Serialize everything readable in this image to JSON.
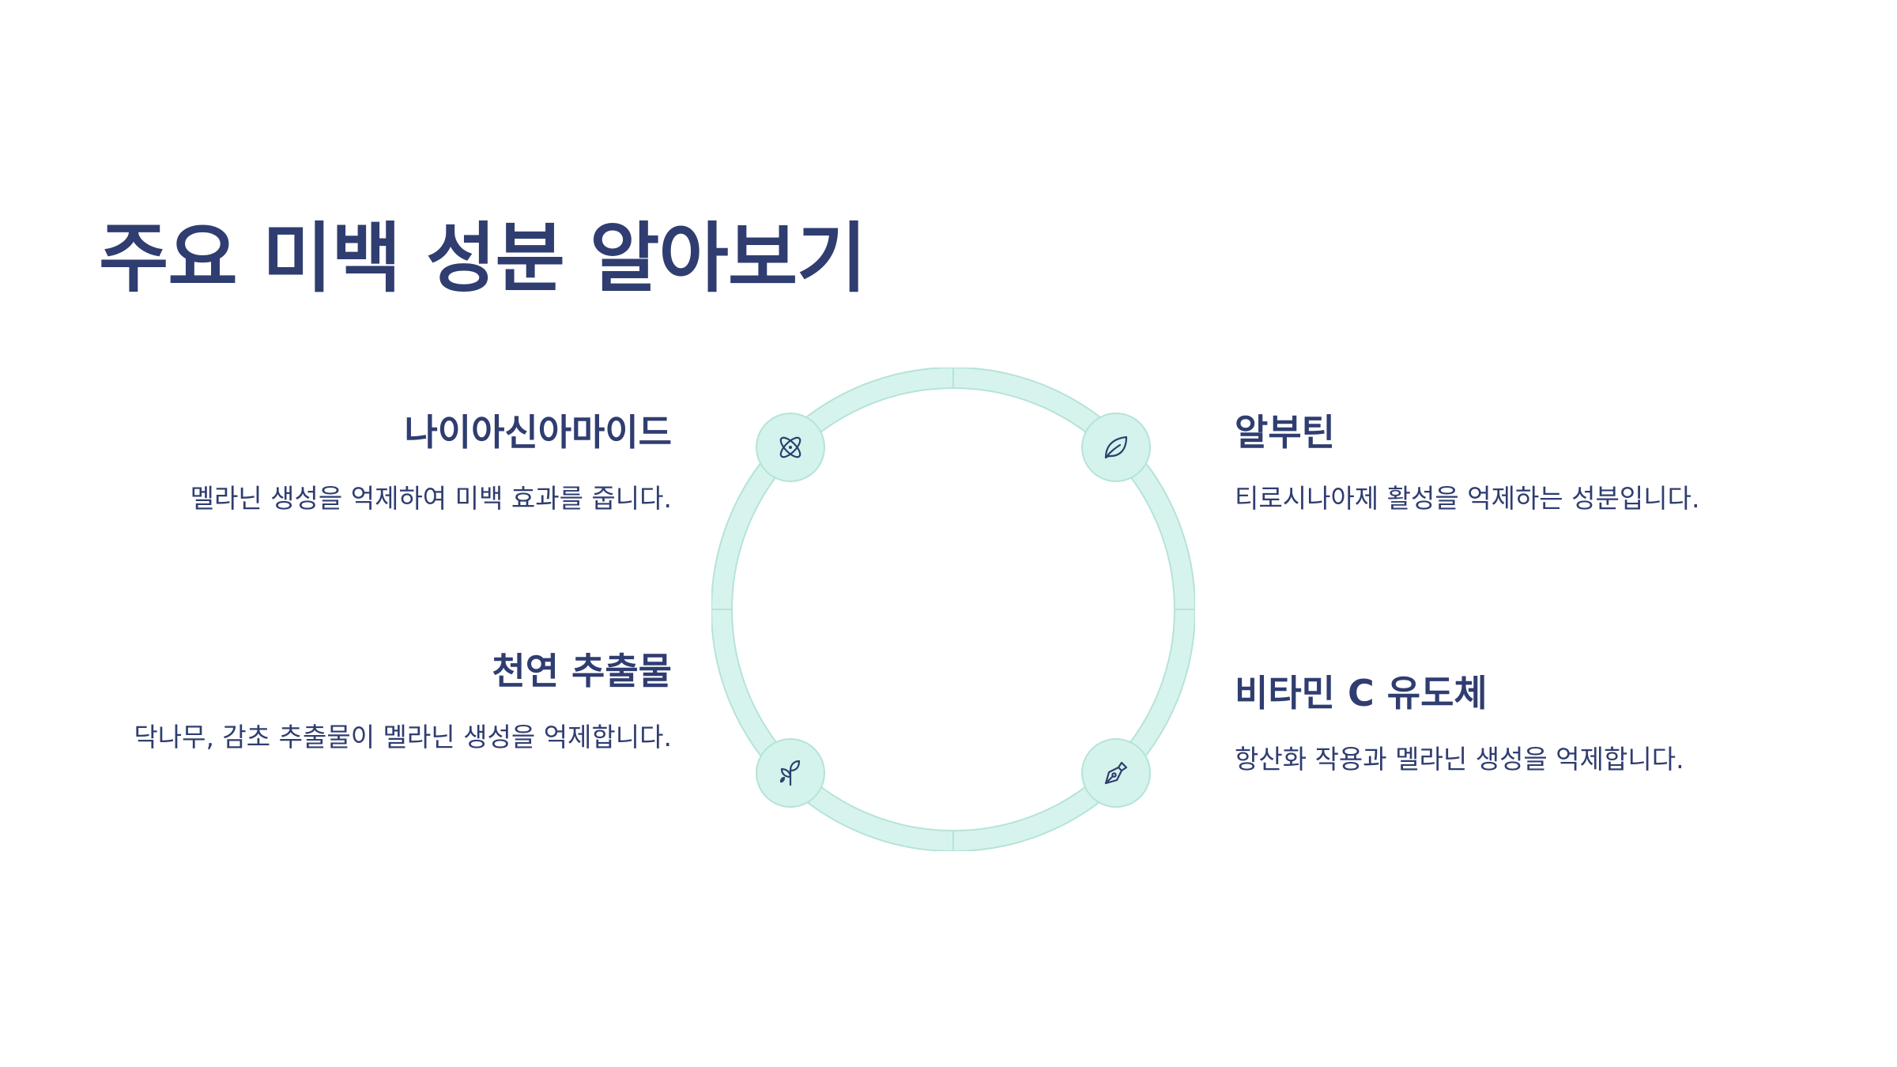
{
  "slide": {
    "title": "주요 미백 성분 알아보기"
  },
  "items": {
    "top_left": {
      "title": "나이아신아마이드",
      "desc": "멜라닌 생성을 억제하여 미백 효과를 줍니다.",
      "icon": "atom-icon"
    },
    "top_right": {
      "title": "알부틴",
      "desc": "티로시나아제 활성을 억제하는 성분입니다.",
      "icon": "leaf-icon"
    },
    "bottom_left": {
      "title": "천연 추출물",
      "desc": "닥나무, 감초 추출물이 멜라닌 생성을 억제합니다.",
      "icon": "sprout-icon"
    },
    "bottom_right": {
      "title": "비타민 C 유도체",
      "desc": "항산화 작용과 멜라닌 생성을 억제합니다.",
      "icon": "pen-nib-icon"
    }
  },
  "colors": {
    "text": "#2f3d70",
    "ring_fill": "#d6f4ed",
    "ring_stroke": "#b6e3d8",
    "background": "#ffffff"
  }
}
